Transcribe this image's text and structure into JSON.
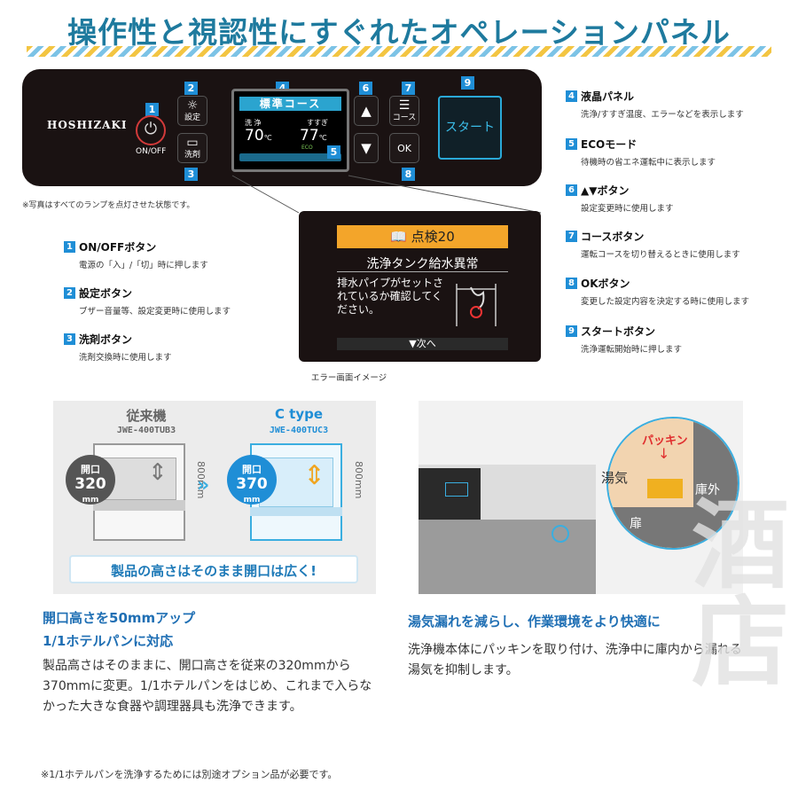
{
  "title": "操作性と視認性にすぐれたオペレーションパネル",
  "panel": {
    "brand": "HOSHIZAKI",
    "onoff": "ON/OFF",
    "settei": "設定",
    "senzai": "洗剤",
    "course_btn": "コース",
    "ok": "OK",
    "start": "スタート",
    "lcd": {
      "course": "標準コース",
      "wash_label": "洗 浄",
      "rinse_label": "すすぎ",
      "wash_temp": "70",
      "rinse_temp": "77",
      "unit": "℃",
      "eco": "ECO"
    },
    "nums": [
      "1",
      "2",
      "3",
      "4",
      "5",
      "6",
      "7",
      "8",
      "9"
    ]
  },
  "note_lamps": "※写真はすべてのランプを点灯させた状態です。",
  "left_items": [
    {
      "num": "1",
      "title": "ON/OFFボタン",
      "desc": "電源の「入」/「切」時に押します"
    },
    {
      "num": "2",
      "title": "設定ボタン",
      "desc": "ブザー音量等、設定変更時に使用します"
    },
    {
      "num": "3",
      "title": "洗剤ボタン",
      "desc": "洗剤交換時に使用します"
    }
  ],
  "right_items": [
    {
      "num": "4",
      "title": "液晶パネル",
      "desc": "洗浄/すすぎ温度、エラーなどを表示します"
    },
    {
      "num": "5",
      "title": "ECOモード",
      "desc": "待機時の省エネ運転中に表示します"
    },
    {
      "num": "6",
      "title": "▲▼ボタン",
      "desc": "設定変更時に使用します"
    },
    {
      "num": "7",
      "title": "コースボタン",
      "desc": "運転コースを切り替えるときに使用します"
    },
    {
      "num": "8",
      "title": "OKボタン",
      "desc": "変更した設定内容を決定する時に使用します"
    },
    {
      "num": "9",
      "title": "スタートボタン",
      "desc": "洗浄運転開始時に押します"
    }
  ],
  "error_screen": {
    "head": "点検20",
    "title": "洗浄タンク給水異常",
    "message": "排水パイプがセットされているか確認してください。",
    "next": "▼次へ",
    "caption": "エラー画面イメージ"
  },
  "comparison": {
    "old_label": "従来機",
    "old_model": "JWE-400TUB3",
    "old_open_label": "開口",
    "old_open_value": "320",
    "new_label": "C type",
    "new_model": "JWE-400TUC3",
    "new_open_label": "開口",
    "new_open_value": "370",
    "unit": "mm",
    "height": "800mm",
    "banner": "製品の高さはそのまま開口は広く!"
  },
  "steam": {
    "packing": "パッキン",
    "steam": "湯気",
    "outside": "庫外",
    "door": "扉"
  },
  "left_text": {
    "h1": "開口高さを50mmアップ",
    "h2": "1/1ホテルパンに対応",
    "para": "製品高さはそのままに、開口高さを従来の320mmから370mmに変更。1/1ホテルパンをはじめ、これまで入らなかった大きな食器や調理器具も洗浄できます。",
    "footnote": "※1/1ホテルパンを洗浄するためには別途オプション品が必要です。"
  },
  "right_text": {
    "h1": "湯気漏れを減らし、作業環境をより快適に",
    "para": "洗浄機本体にパッキンを取り付け、洗浄中に庫内から漏れる湯気を抑制します。"
  },
  "colors": {
    "accent": "#1f8ed6",
    "title": "#1e7a9e",
    "orange": "#f3a52a",
    "red": "#d23a3a"
  }
}
